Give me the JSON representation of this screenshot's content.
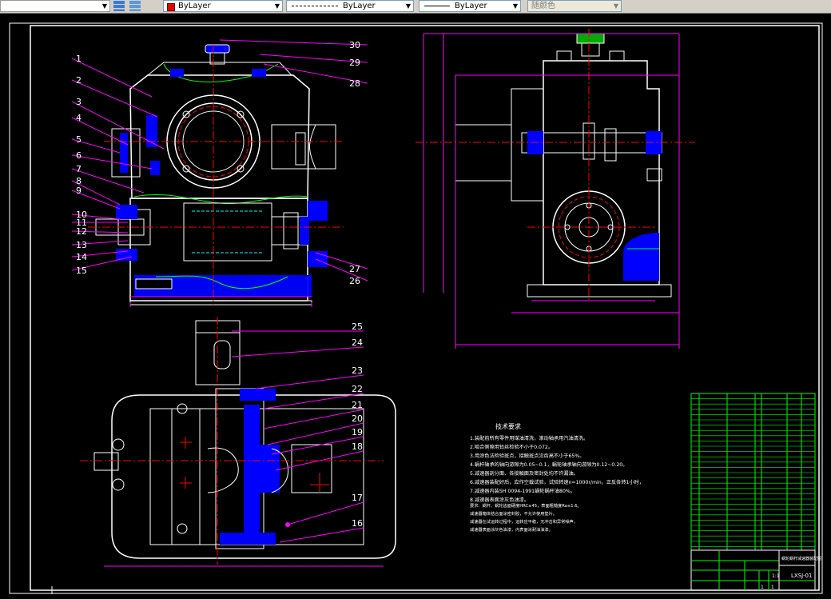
{
  "toolbar": {
    "color_label": "ByLayer",
    "linetype_label": "ByLayer",
    "lineweight_label": "ByLayer",
    "plotstyle_label": "随颜色"
  },
  "drawing": {
    "part_numbers": [
      "1",
      "2",
      "3",
      "4",
      "5",
      "6",
      "7",
      "8",
      "9",
      "10",
      "11",
      "12",
      "13",
      "14",
      "15"
    ],
    "part_numbers_right": [
      "30",
      "29",
      "28",
      "27",
      "26"
    ],
    "part_numbers_plan": [
      "25",
      "24",
      "23",
      "22",
      "21",
      "20",
      "19",
      "18",
      "17",
      "16"
    ],
    "notes_title": "技术要求",
    "notes": [
      "1.装配前所有零件用煤油清洗，滚动轴承用汽油清洗。",
      "2.啮合侧隙用铅丝检验不小于0.072。",
      "3.用涂色法检验斑点，接触斑点沿齿高不小于65%。",
      "4.蜗杆轴承的轴向游隙为0.05~0.1，蜗轮轴承轴向游隙为0.12~0.20。",
      "5.减速器剖分面、各接触面及密封处均不许漏油。",
      "6.减速器装配好后，应作空载试验，试验转速n=1000r/min，正反各转1小时，",
      "7.减速器内装SH 0094-1991蜗轮蜗杆油80%。",
      "8.减速器表面涂灰色油漆。"
    ],
    "notes_extra": [
      "要求：蜗杆、蜗轮齿面硬度HRC≥45，表面粗糙度Ra≤1.6。",
      "减速器箱体结合面涂密封胶，不允许使用垫片。",
      "减速器在试运转过程中，运转应平稳，无冲击和异常噪声。",
      "减速器表面涂灰色油漆，内表面涂耐油油漆。"
    ],
    "title_block": {
      "name": "蜗轮蜗杆减速器装配图",
      "drawing_no": "LXSJ-01",
      "scale": "1:1",
      "sheet": "1",
      "sheets": "1"
    }
  },
  "colors": {
    "magenta": "#ff00ff",
    "red": "#ff0000",
    "blue": "#0000ff",
    "green": "#00ff00",
    "white": "#ffffff",
    "cyan": "#00ffff"
  }
}
